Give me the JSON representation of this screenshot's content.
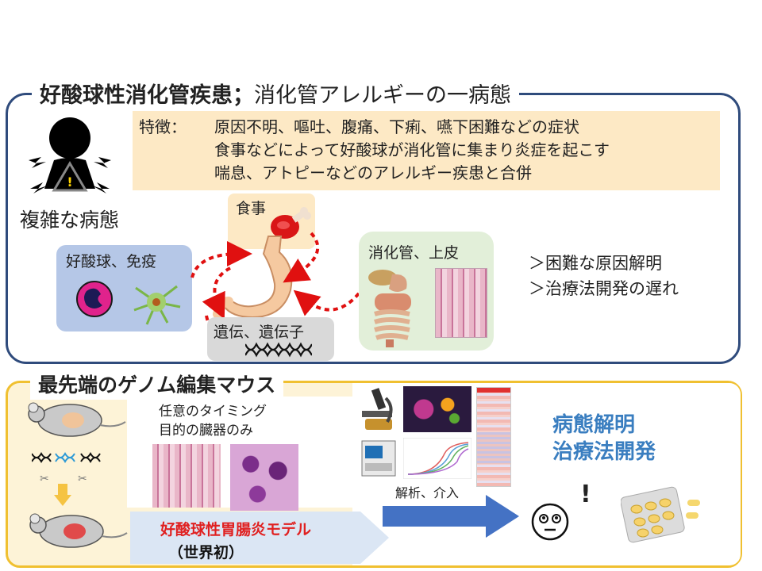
{
  "top": {
    "title_bold": "好酸球性消化管疾患；",
    "title_rest": "消化管アレルギーの一病態",
    "features_label": "特徴：",
    "features": [
      "原因不明、嘔吐、腹痛、下痢、嚥下困難などの症状",
      "食事などによって好酸球が消化管に集まり炎症を起こす",
      "喘息、アトピーなどのアレルギー疾患と合併"
    ],
    "complex_label": "複雑な病態",
    "warning_symbol": "!",
    "food_label": "食事",
    "immune_label": "好酸球、免疫",
    "genetic_label": "遺伝、遺伝子",
    "gut_label": "消化管、上皮",
    "outcomes": [
      "＞困難な原因解明",
      "＞治療法開発の遅れ"
    ]
  },
  "bottom": {
    "title": "最先端のゲノム編集マウス",
    "timing_lines": [
      "任意のタイミング",
      "目的の臓器のみ"
    ],
    "model_label": "好酸球性胃腸炎モデル",
    "first_label": "（世界初）",
    "analysis_label": "解析、介入",
    "mech_lines": [
      "病態解明",
      "治療法開発"
    ],
    "exclaim": "!",
    "colors": {
      "model_red": "#e02020",
      "arrow_blue": "#4472c4",
      "mech_blue": "#3a7ec0"
    }
  }
}
